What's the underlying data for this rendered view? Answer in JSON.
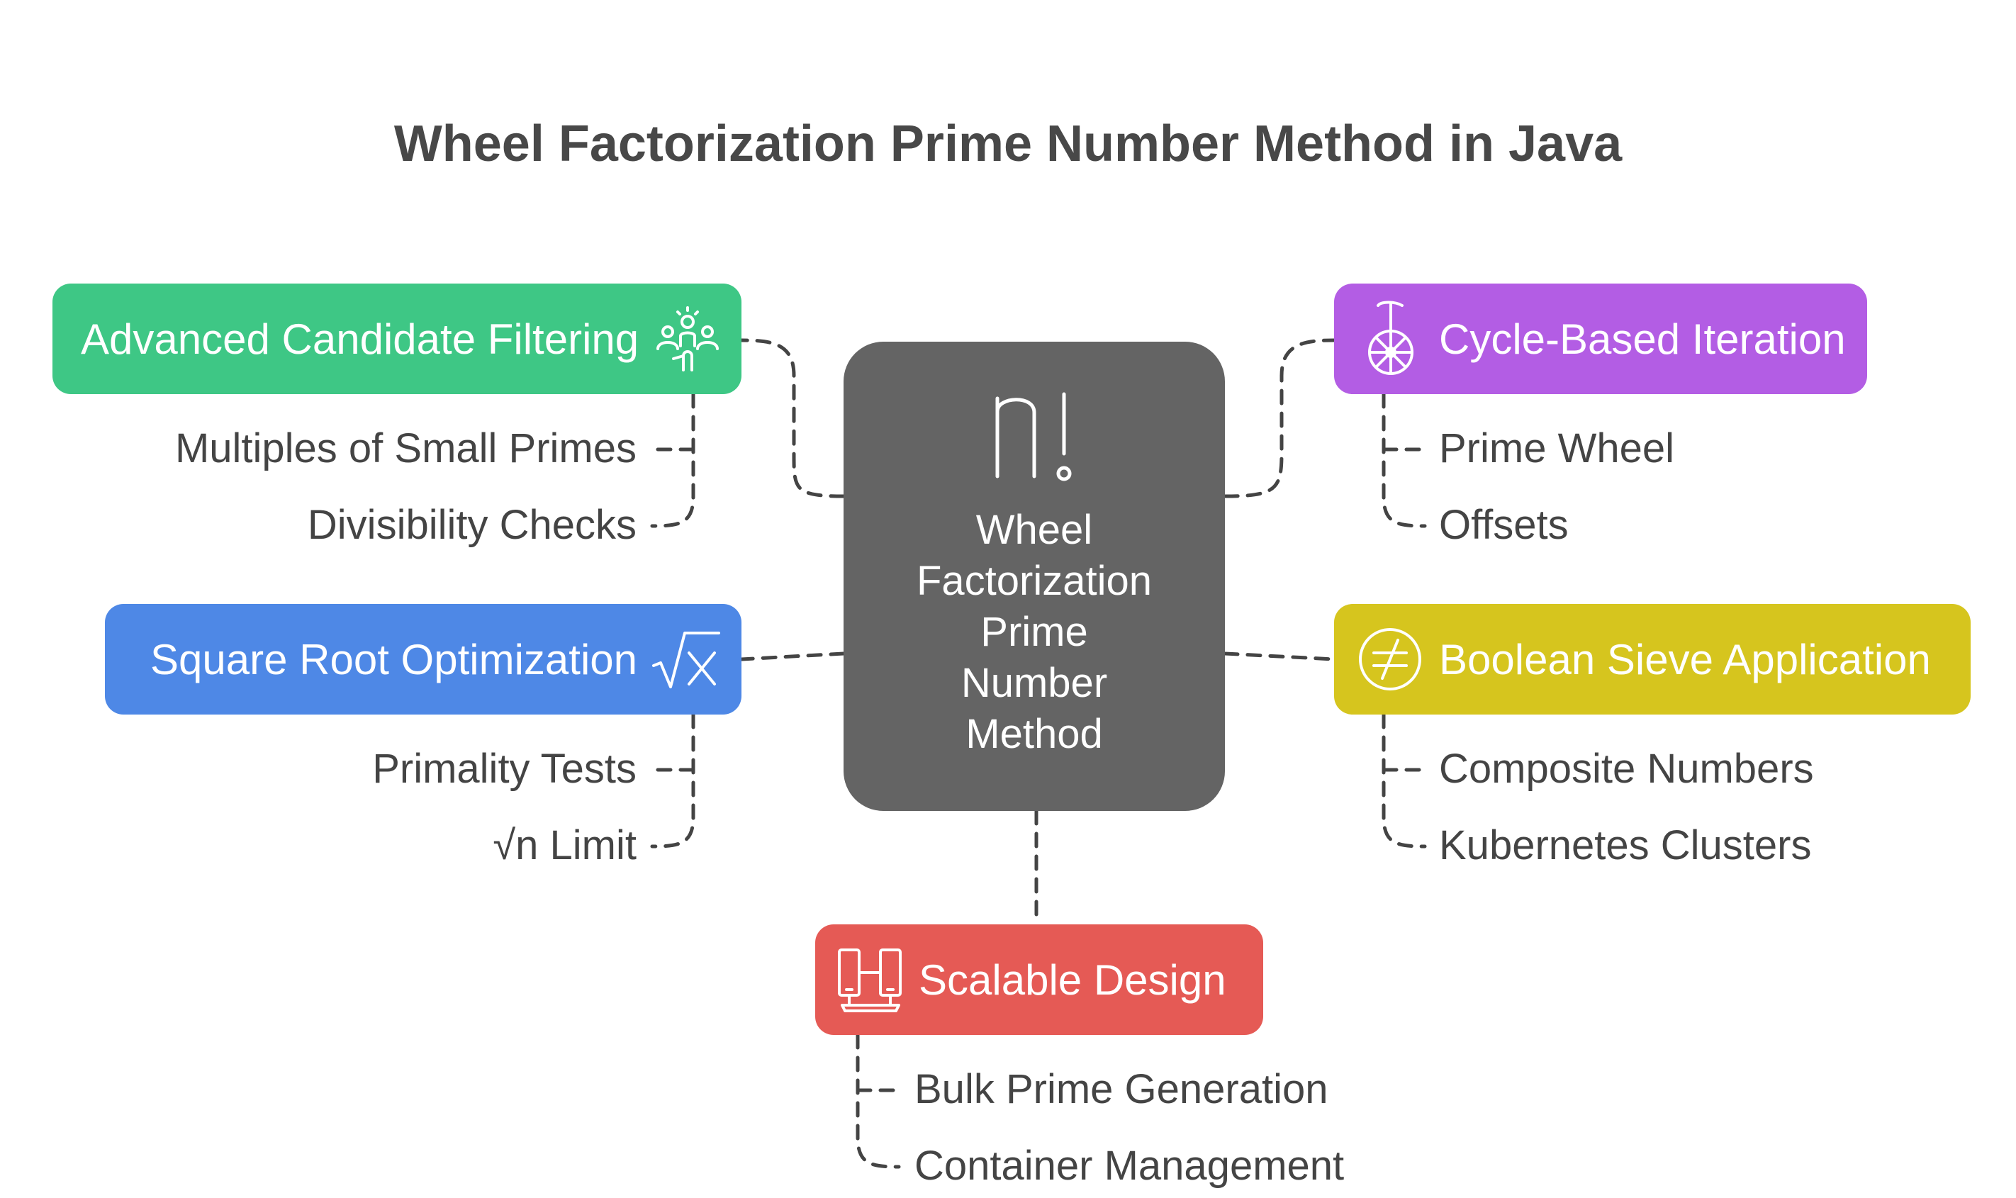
{
  "title": "Wheel Factorization Prime Number Method in Java",
  "colors": {
    "green": "#3ec785",
    "purple": "#b35de4",
    "blue": "#4e88e6",
    "yellow": "#d6c51e",
    "red": "#e55a55",
    "center": "#646464",
    "connector": "#444444"
  },
  "center": {
    "icon": "factorial-icon",
    "label_lines": [
      "Wheel",
      "Factorization",
      "Prime",
      "Number",
      "Method"
    ]
  },
  "nodes": {
    "filtering": {
      "label": "Advanced Candidate Filtering",
      "icon": "team-collaboration-icon",
      "items": [
        "Multiples of Small Primes",
        "Divisibility Checks"
      ]
    },
    "sqrt": {
      "label": "Square Root Optimization",
      "icon": "square-root-icon",
      "items": [
        "Primality Tests",
        "√n Limit"
      ]
    },
    "cycle": {
      "label": "Cycle-Based Iteration",
      "icon": "unicycle-icon",
      "items": [
        "Prime Wheel",
        "Offsets"
      ]
    },
    "sieve": {
      "label": "Boolean Sieve Application",
      "icon": "not-equal-icon",
      "items": [
        "Composite Numbers",
        "Kubernetes Clusters"
      ]
    },
    "scalable": {
      "label": "Scalable Design",
      "icon": "devices-icon",
      "items": [
        "Bulk Prime Generation",
        "Container Management"
      ]
    }
  }
}
